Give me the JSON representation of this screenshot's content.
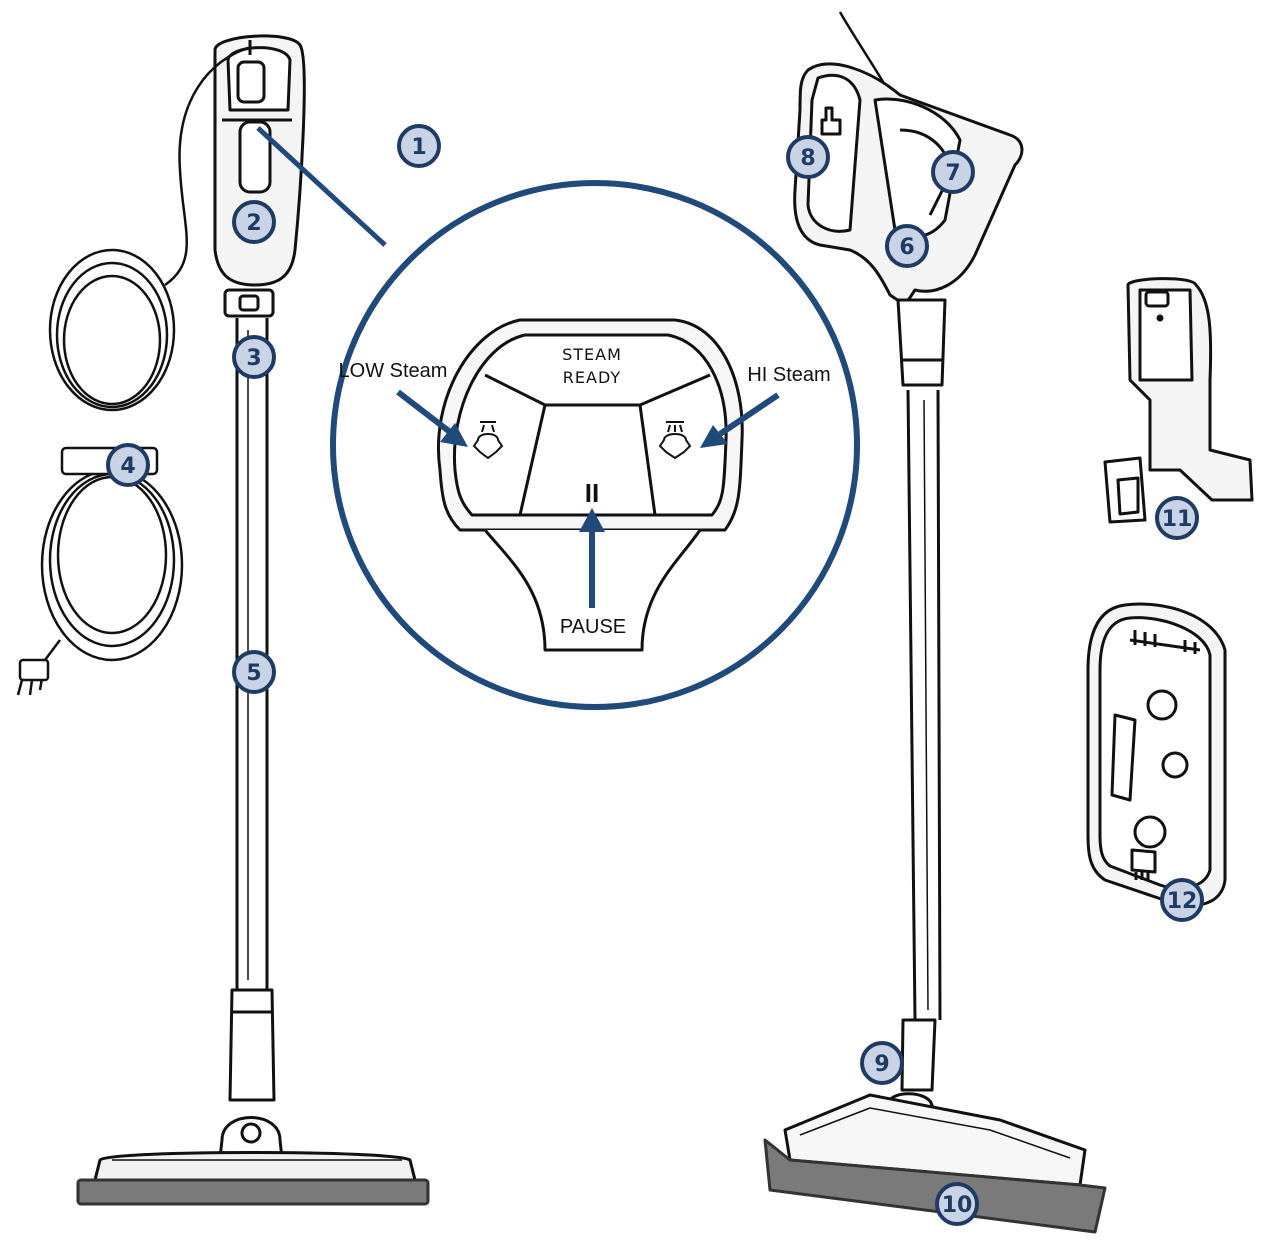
{
  "callouts": [
    "1",
    "2",
    "3",
    "4",
    "5",
    "6",
    "7",
    "8",
    "9",
    "10",
    "11",
    "12"
  ],
  "control_panel": {
    "title_line1": "STEAM",
    "title_line2": "READY",
    "low_label": "LOW Steam",
    "hi_label": "HI Steam",
    "pause_label": "PAUSE",
    "pause_symbol": "II"
  },
  "colors": {
    "accent": "#1f4a7a",
    "badge_fill": "#c9d3e6",
    "badge_stroke": "#1f3b63",
    "line": "#111111",
    "pad": "#777777"
  }
}
